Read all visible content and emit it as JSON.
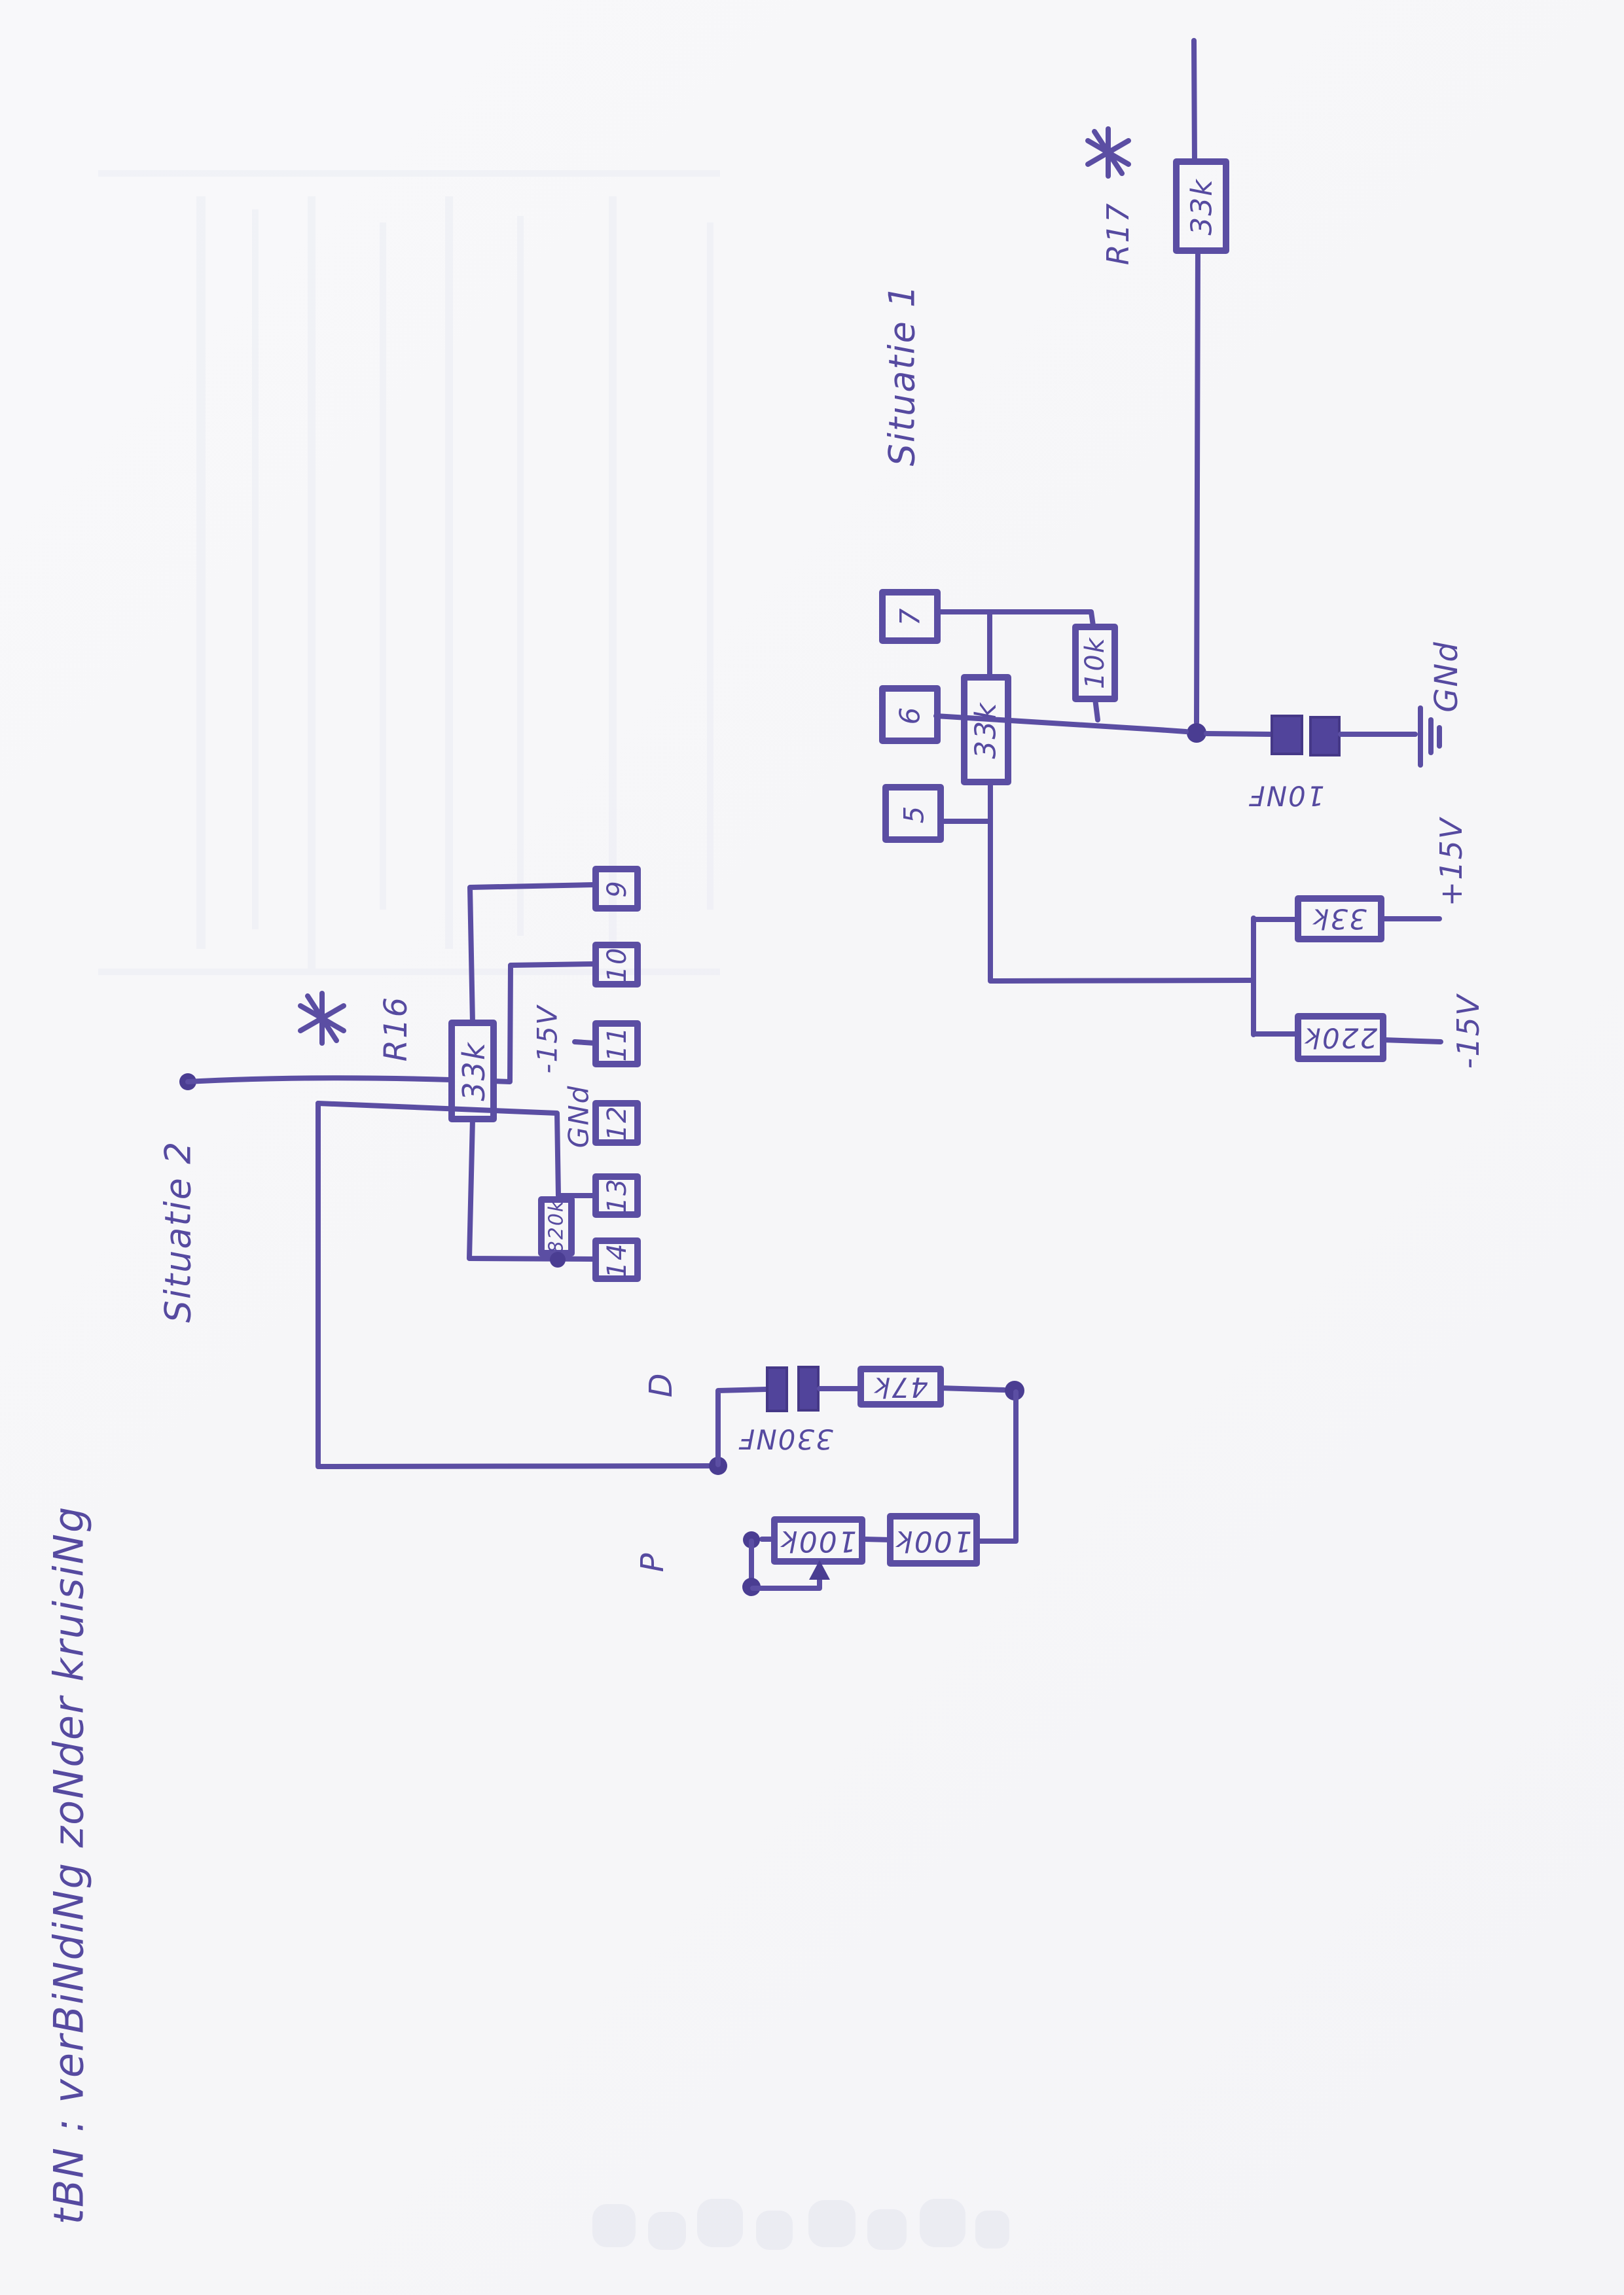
{
  "ink": {
    "stroke": "#5b4ea3",
    "text": "#564aa0",
    "paper": "#f7f7f9"
  },
  "legend": {
    "note": "tBN : verBiNdiNg zoNder kruisiNg",
    "asterisk_symbol": "*"
  },
  "situatie2": {
    "title": "Situatie 2",
    "r16": {
      "ref": "R16",
      "value": "33k"
    },
    "pins": {
      "p9": "9",
      "p10": "10",
      "p11": "11",
      "p12": "12",
      "p13": "13",
      "p14": "14"
    },
    "pin_labels": {
      "p11": "-15V",
      "p12": "GNd"
    },
    "r820": {
      "value": "820k"
    },
    "cap330": {
      "value": "330NF"
    },
    "r47": {
      "value": "47k"
    },
    "pot100": {
      "value": "100k"
    },
    "r100": {
      "value": "100k"
    },
    "node_d": "D",
    "node_p": "P"
  },
  "situatie1": {
    "title": "Situatie 1",
    "r17": {
      "ref": "R17",
      "value": "33k"
    },
    "pins": {
      "p7": "7",
      "p6": "6",
      "p5": "5"
    },
    "r33": {
      "value": "33k"
    },
    "r10": {
      "value": "10k"
    },
    "cap10": {
      "value": "10NF"
    },
    "gnd": "GNd",
    "supply": {
      "plus": "+15V",
      "minus": "-15V",
      "r_top": "33k",
      "r_bottom": "220k"
    }
  }
}
